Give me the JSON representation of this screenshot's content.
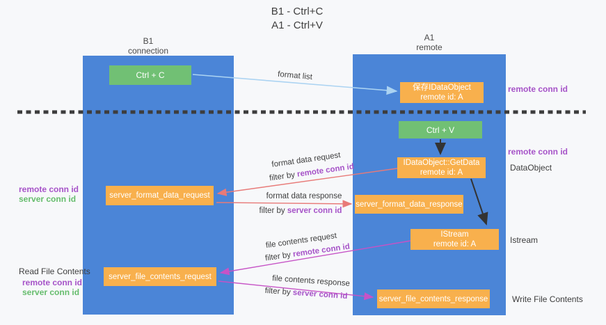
{
  "title": {
    "line1": "B1 - Ctrl+C",
    "line2": "A1 - Ctrl+V"
  },
  "lanes": {
    "left": {
      "header_line1": "B1",
      "header_line2": "connection"
    },
    "right": {
      "header_line1": "A1",
      "header_line2": "remote"
    }
  },
  "nodes": {
    "ctrl_c": {
      "label": "Ctrl + C"
    },
    "save_idataobject": {
      "line1": "保存IDataObject",
      "line2": "remote id: A"
    },
    "ctrl_v": {
      "label": "Ctrl + V"
    },
    "getdata": {
      "line1": "IDataObject::GetData",
      "line2": "remote id: A"
    },
    "server_format_data_request": {
      "label": "server_format_data_request"
    },
    "server_format_data_response": {
      "label": "server_format_data_response"
    },
    "istream": {
      "line1": "IStream",
      "line2": "remote id: A"
    },
    "server_file_contents_request": {
      "label": "server_file_contents_request"
    },
    "server_file_contents_response": {
      "label": "server_file_contents_response"
    }
  },
  "arrow_labels": {
    "format_list": "format list",
    "format_data_request": "format data request",
    "format_data_response": "format data response",
    "file_contents_request": "file contents request",
    "file_contents_response": "file contents response",
    "filter_by": "filter by ",
    "remote_conn_id": "remote conn id",
    "server_conn_id": "server conn id"
  },
  "annotations": {
    "remote_conn_id": "remote conn id",
    "server_conn_id": "server conn id",
    "dataobject": "DataObject",
    "istream": "Istream",
    "read_file_contents": "Read File Contents",
    "write_file_contents": "Write File Contents"
  },
  "colors": {
    "lane_blue": "#4b85d7",
    "box_green": "#71c074",
    "box_orange": "#f8b04d",
    "purple_text": "#a653c8",
    "green_text": "#66bd6d",
    "arrow_blue": "#abd3f2",
    "arrow_red": "#e87a78",
    "arrow_magenta": "#c653c6",
    "arrow_black": "#333333",
    "dashed_line": "#3d3d3d"
  }
}
